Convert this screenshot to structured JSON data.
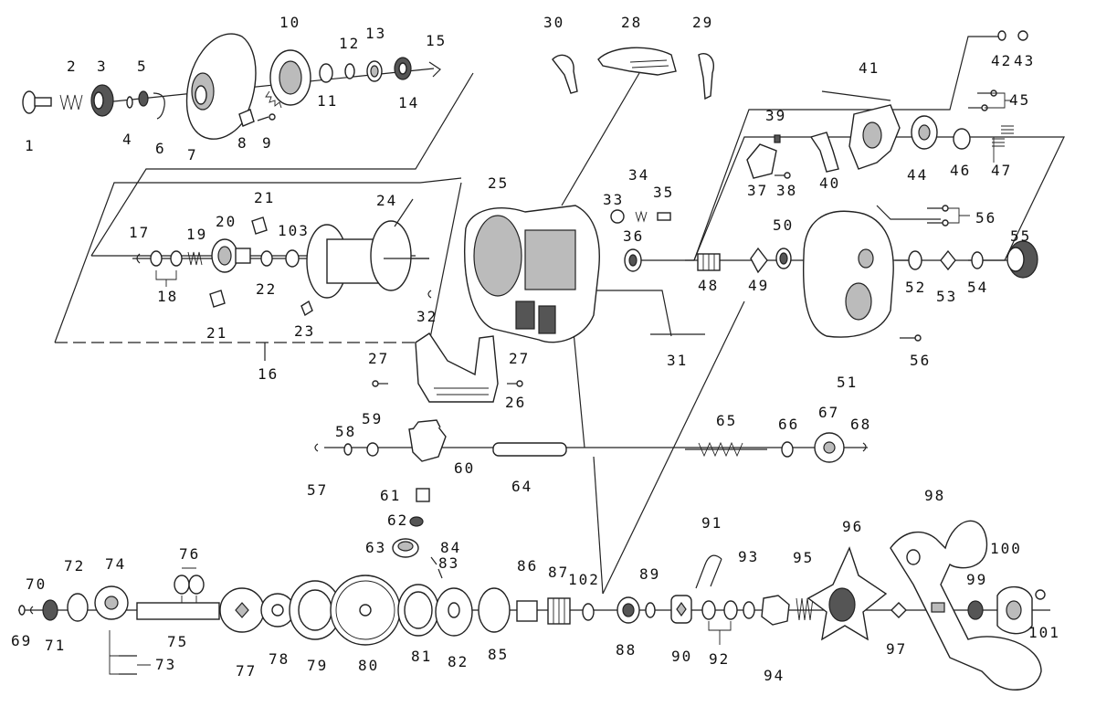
{
  "labels": [
    {
      "id": "1",
      "text": "1"
    },
    {
      "id": "2",
      "text": "2"
    },
    {
      "id": "3",
      "text": "3"
    },
    {
      "id": "4",
      "text": "4"
    },
    {
      "id": "5",
      "text": "5"
    },
    {
      "id": "6",
      "text": "6"
    },
    {
      "id": "7",
      "text": "7"
    },
    {
      "id": "8",
      "text": "8"
    },
    {
      "id": "9",
      "text": "9"
    },
    {
      "id": "10",
      "text": "10"
    },
    {
      "id": "11",
      "text": "11"
    },
    {
      "id": "12",
      "text": "12"
    },
    {
      "id": "13",
      "text": "13"
    },
    {
      "id": "14",
      "text": "14"
    },
    {
      "id": "15",
      "text": "15"
    },
    {
      "id": "16",
      "text": "16"
    },
    {
      "id": "17",
      "text": "17"
    },
    {
      "id": "18",
      "text": "18"
    },
    {
      "id": "19",
      "text": "19"
    },
    {
      "id": "20",
      "text": "20"
    },
    {
      "id": "21a",
      "text": "21"
    },
    {
      "id": "21b",
      "text": "21"
    },
    {
      "id": "22",
      "text": "22"
    },
    {
      "id": "23",
      "text": "23"
    },
    {
      "id": "24",
      "text": "24"
    },
    {
      "id": "25",
      "text": "25"
    },
    {
      "id": "26",
      "text": "26"
    },
    {
      "id": "27a",
      "text": "27"
    },
    {
      "id": "27b",
      "text": "27"
    },
    {
      "id": "28",
      "text": "28"
    },
    {
      "id": "29",
      "text": "29"
    },
    {
      "id": "30",
      "text": "30"
    },
    {
      "id": "31",
      "text": "31"
    },
    {
      "id": "32",
      "text": "32"
    },
    {
      "id": "33",
      "text": "33"
    },
    {
      "id": "34",
      "text": "34"
    },
    {
      "id": "35",
      "text": "35"
    },
    {
      "id": "36",
      "text": "36"
    },
    {
      "id": "37",
      "text": "37"
    },
    {
      "id": "38",
      "text": "38"
    },
    {
      "id": "39",
      "text": "39"
    },
    {
      "id": "40",
      "text": "40"
    },
    {
      "id": "41",
      "text": "41"
    },
    {
      "id": "42",
      "text": "42"
    },
    {
      "id": "43",
      "text": "43"
    },
    {
      "id": "44",
      "text": "44"
    },
    {
      "id": "45",
      "text": "45"
    },
    {
      "id": "46",
      "text": "46"
    },
    {
      "id": "47",
      "text": "47"
    },
    {
      "id": "48",
      "text": "48"
    },
    {
      "id": "49",
      "text": "49"
    },
    {
      "id": "50",
      "text": "50"
    },
    {
      "id": "51",
      "text": "51"
    },
    {
      "id": "52",
      "text": "52"
    },
    {
      "id": "53",
      "text": "53"
    },
    {
      "id": "54",
      "text": "54"
    },
    {
      "id": "55",
      "text": "55"
    },
    {
      "id": "56a",
      "text": "56"
    },
    {
      "id": "56b",
      "text": "56"
    },
    {
      "id": "57",
      "text": "57"
    },
    {
      "id": "58",
      "text": "58"
    },
    {
      "id": "59",
      "text": "59"
    },
    {
      "id": "60",
      "text": "60"
    },
    {
      "id": "61",
      "text": "61"
    },
    {
      "id": "62",
      "text": "62"
    },
    {
      "id": "63",
      "text": "63"
    },
    {
      "id": "64",
      "text": "64"
    },
    {
      "id": "65",
      "text": "65"
    },
    {
      "id": "66",
      "text": "66"
    },
    {
      "id": "67",
      "text": "67"
    },
    {
      "id": "68",
      "text": "68"
    },
    {
      "id": "69",
      "text": "69"
    },
    {
      "id": "70",
      "text": "70"
    },
    {
      "id": "71",
      "text": "71"
    },
    {
      "id": "72",
      "text": "72"
    },
    {
      "id": "73",
      "text": "73"
    },
    {
      "id": "74",
      "text": "74"
    },
    {
      "id": "75",
      "text": "75"
    },
    {
      "id": "76",
      "text": "76"
    },
    {
      "id": "77",
      "text": "77"
    },
    {
      "id": "78",
      "text": "78"
    },
    {
      "id": "79",
      "text": "79"
    },
    {
      "id": "80",
      "text": "80"
    },
    {
      "id": "81",
      "text": "81"
    },
    {
      "id": "82",
      "text": "82"
    },
    {
      "id": "83",
      "text": "83"
    },
    {
      "id": "84",
      "text": "84"
    },
    {
      "id": "85",
      "text": "85"
    },
    {
      "id": "86",
      "text": "86"
    },
    {
      "id": "87",
      "text": "87"
    },
    {
      "id": "88",
      "text": "88"
    },
    {
      "id": "89",
      "text": "89"
    },
    {
      "id": "90",
      "text": "90"
    },
    {
      "id": "91",
      "text": "91"
    },
    {
      "id": "92",
      "text": "92"
    },
    {
      "id": "93",
      "text": "93"
    },
    {
      "id": "94",
      "text": "94"
    },
    {
      "id": "95",
      "text": "95"
    },
    {
      "id": "96",
      "text": "96"
    },
    {
      "id": "97",
      "text": "97"
    },
    {
      "id": "98",
      "text": "98"
    },
    {
      "id": "99",
      "text": "99"
    },
    {
      "id": "100",
      "text": "100"
    },
    {
      "id": "101",
      "text": "101"
    },
    {
      "id": "102",
      "text": "102"
    },
    {
      "id": "103",
      "text": "103"
    }
  ]
}
